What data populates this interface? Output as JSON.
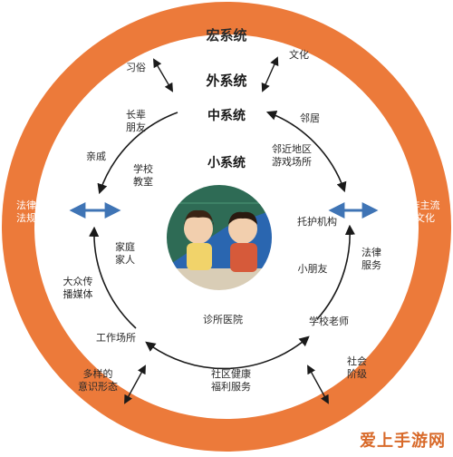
{
  "colors": {
    "macro_ring": "#EC7A3A",
    "accent_arrow": "#3F74B5",
    "ink": "#1a1a1a"
  },
  "layers": {
    "macro": "宏系统",
    "exo": "外系统",
    "meso": "中系统",
    "micro": "小系统"
  },
  "labels": {
    "customs": "习俗",
    "culture": "文化",
    "law": "法律\n法规",
    "subculture": "非主流\n文化",
    "ideologies": "多样的\n意识形态",
    "social_class": "社会\n阶级",
    "elders": "长辈\n朋友",
    "neighbors": "邻居",
    "relatives": "亲戚",
    "neighborhood_play": "邻近地区\n游戏场所",
    "mass_media": "大众传\n播媒体",
    "legal_services": "法律\n服务",
    "workplace": "工作场所",
    "community_welfare": "社区健康\n福利服务",
    "school_class": "学校\n教室",
    "family": "家庭\n家人",
    "daycare": "托护机构",
    "peers": "小朋友",
    "clinic": "诊所医院",
    "teachers": "学校老师"
  },
  "watermark": "爱上手游网",
  "photo": {
    "icon": "children-photo"
  }
}
